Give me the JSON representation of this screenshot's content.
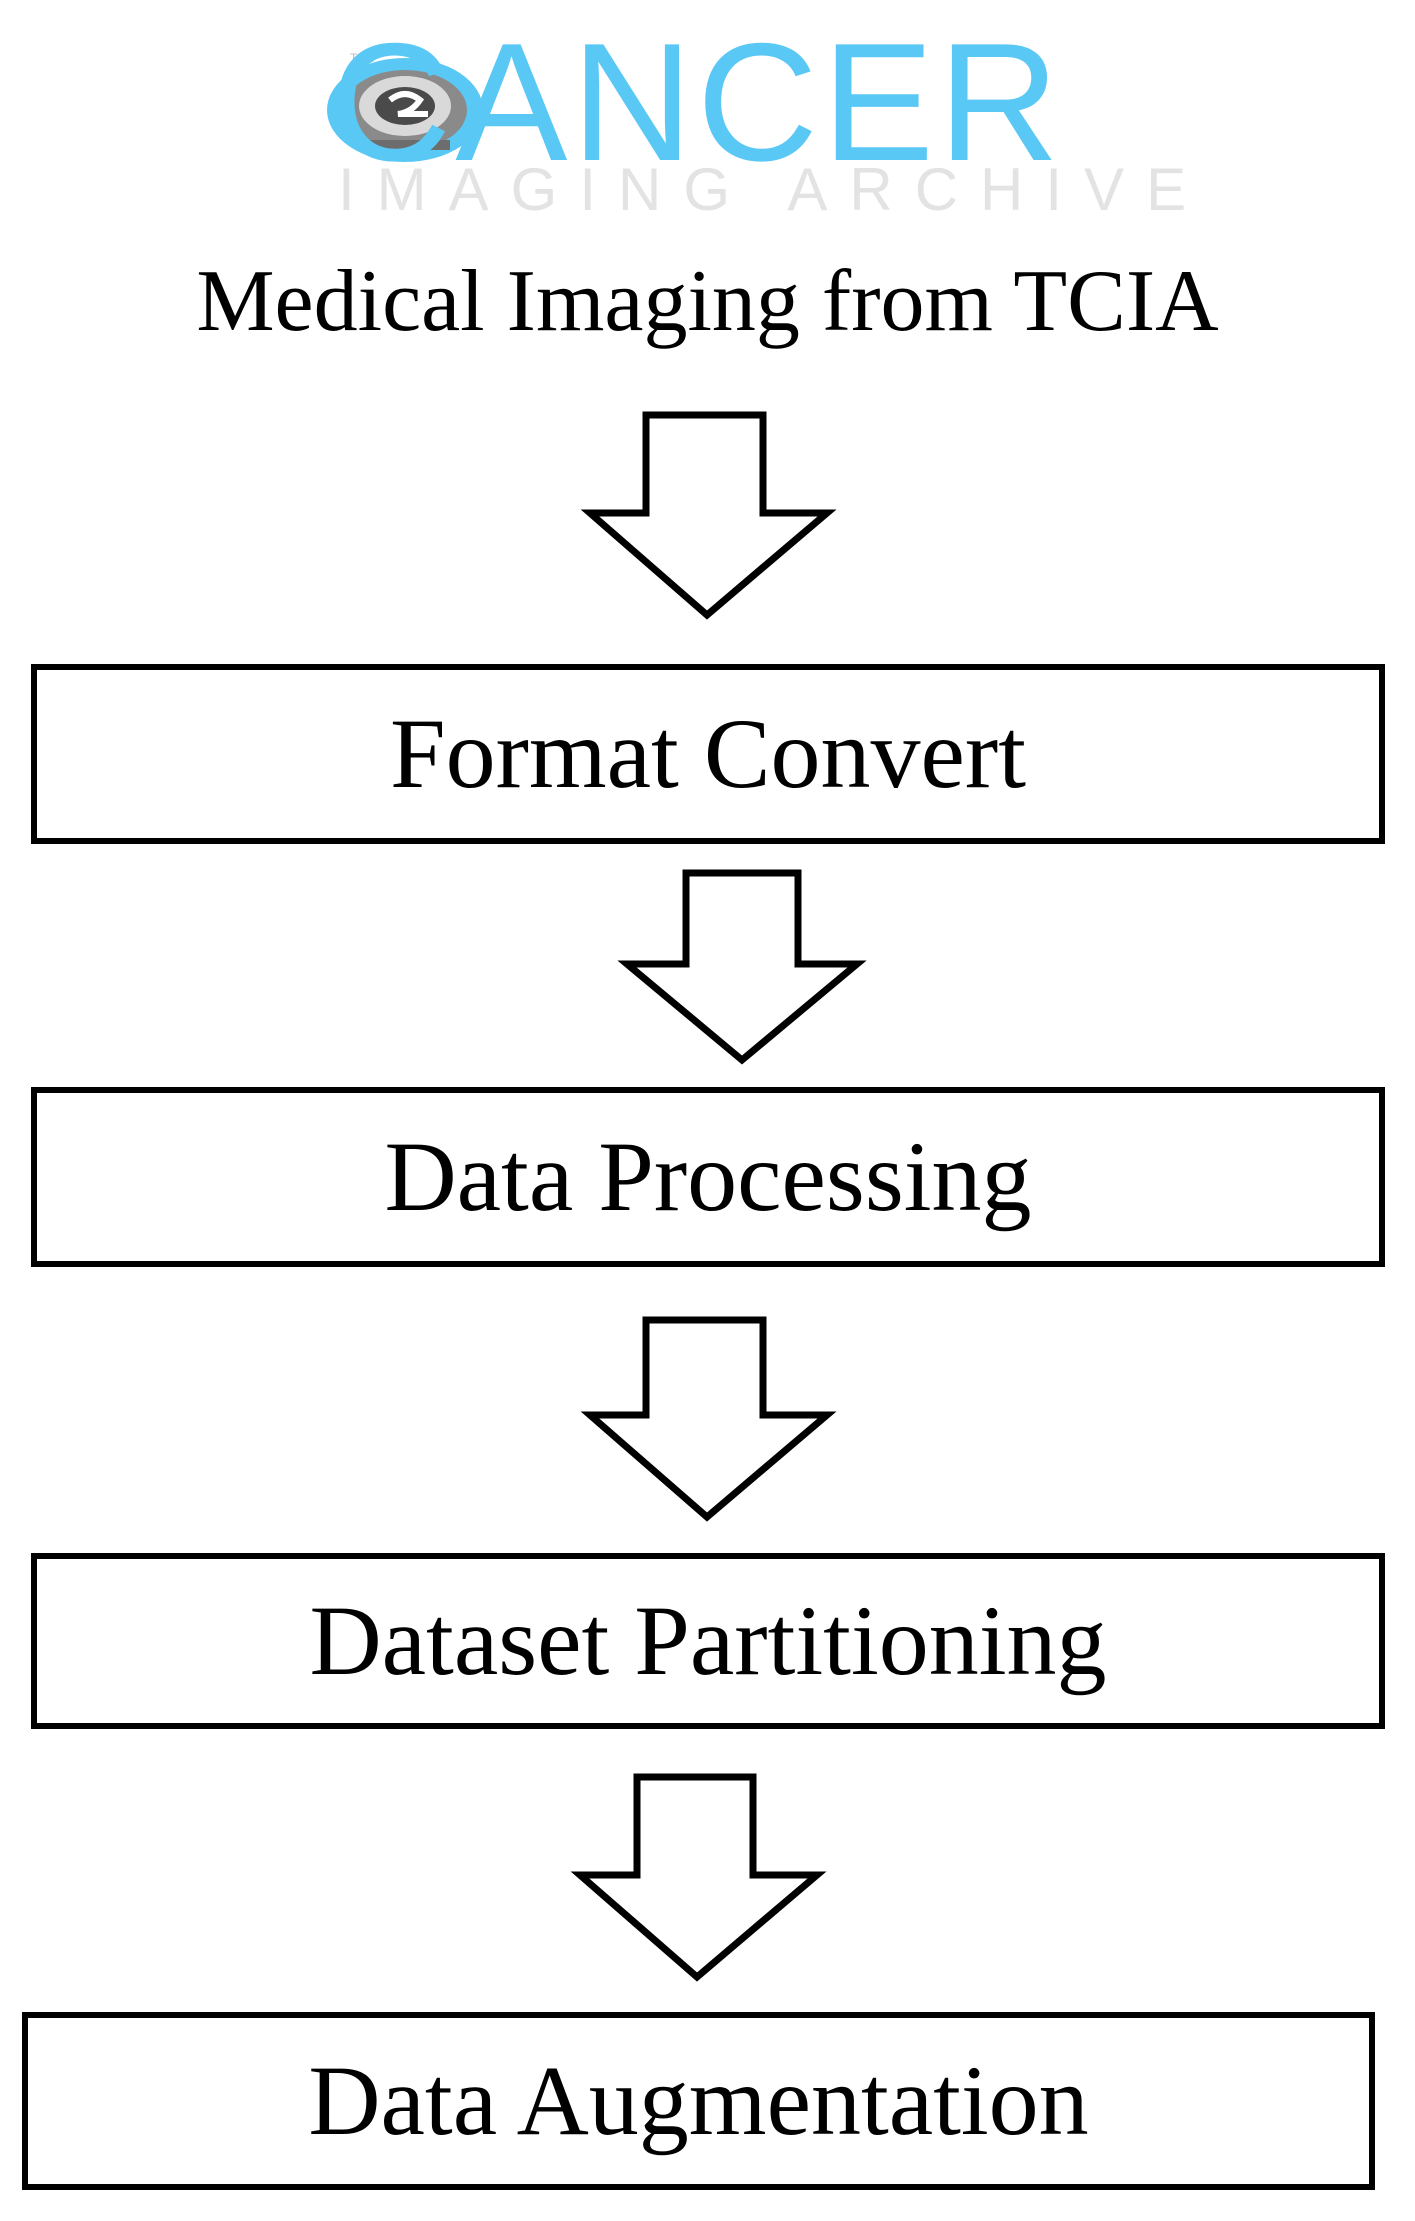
{
  "logo": {
    "word": "CANCER",
    "tagline": "IMAGING ARCHIVE",
    "small_text": "THE"
  },
  "source_title": "Medical Imaging from TCIA",
  "steps": [
    {
      "label": "Format Convert"
    },
    {
      "label": "Data Processing"
    },
    {
      "label": "Dataset Partitioning"
    },
    {
      "label": "Data Augmentation"
    }
  ],
  "colors": {
    "logo_blue": "#5ac8f5",
    "logo_gray": "#e3e3e3",
    "stroke": "#000000"
  }
}
